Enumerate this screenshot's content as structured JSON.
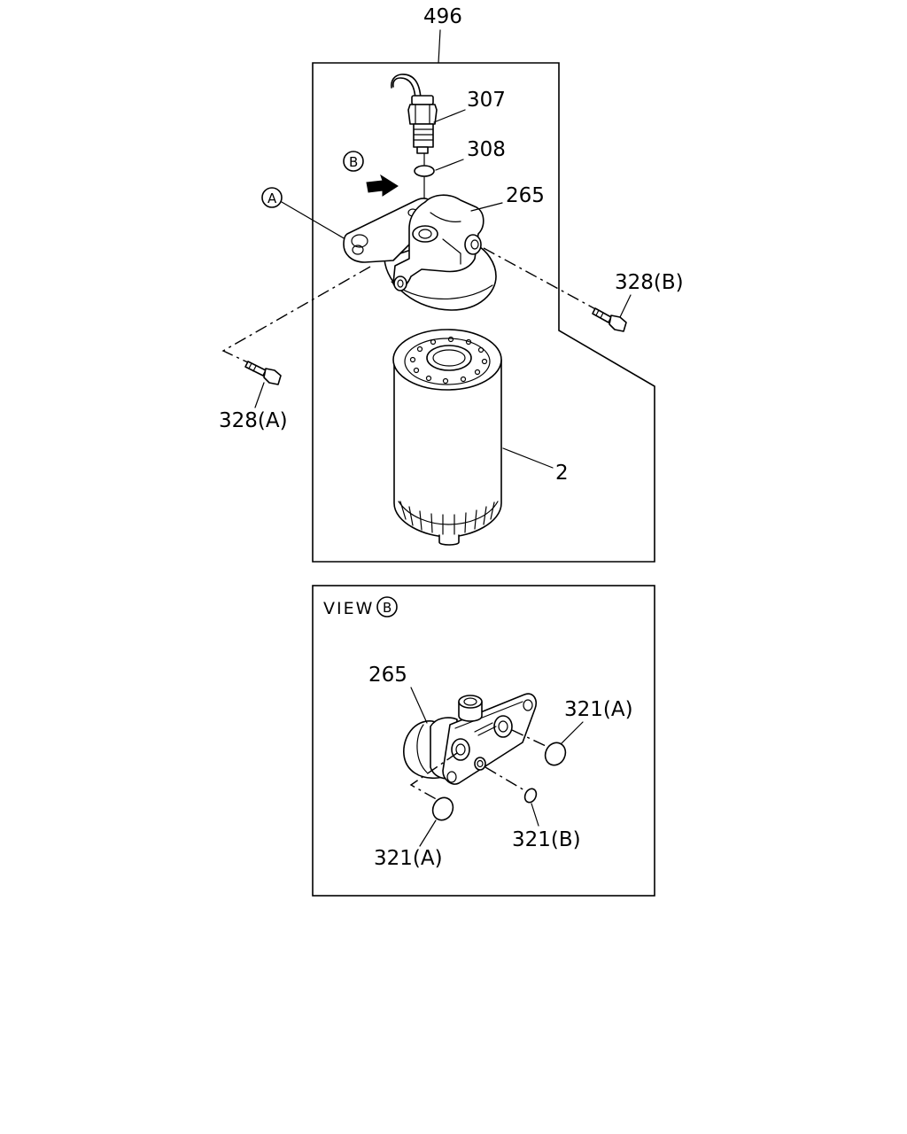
{
  "labels": {
    "assembly": "496",
    "sensor": "307",
    "o_ring_top": "308",
    "head": "265",
    "bolt_b": "328(B)",
    "bolt_a": "328(A)",
    "filter": "2",
    "marker_a": "A",
    "marker_b": "B"
  },
  "view": {
    "title": "VIEW",
    "marker": "B",
    "head": "265",
    "o_ring_a_right": "321(A)",
    "o_ring_b": "321(B)",
    "o_ring_a_left": "321(A)"
  }
}
